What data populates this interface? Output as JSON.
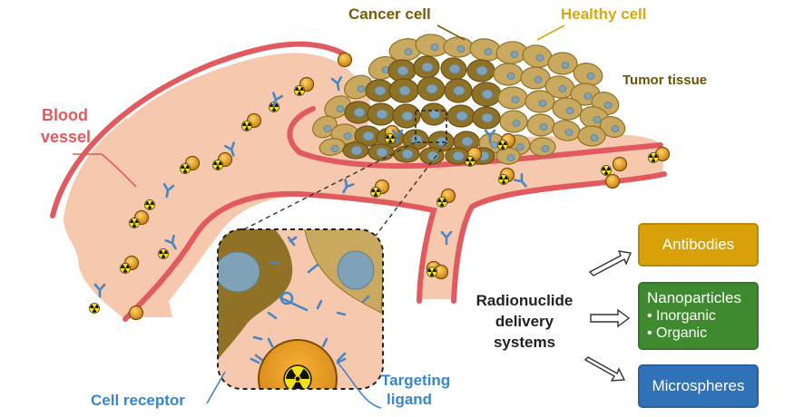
{
  "labels": {
    "cancer_cell": "Cancer cell",
    "healthy_cell": "Healthy cell",
    "tumor_tissue": "Tumor tissue",
    "blood_vessel_line1": "Blood",
    "blood_vessel_line2": "vessel",
    "cell_receptor": "Cell receptor",
    "targeting_ligand_line1": "Targeting",
    "targeting_ligand_line2": "ligand"
  },
  "systems": {
    "title_line1": "Radionuclide",
    "title_line2": "delivery",
    "title_line3": "systems",
    "antibodies": "Antibodies",
    "nanoparticles": "Nanoparticles",
    "nanoparticle_types": [
      "Inorganic",
      "Organic"
    ],
    "microspheres": "Microspheres"
  },
  "colors": {
    "vessel_fill": "#f6c8ae",
    "vessel_wall": "#e05a5f",
    "cancer_cell": "#8f7226",
    "healthy_cell": "#c9a860",
    "nucleus": "#7fa2b6",
    "antibodies_box": "#d8a107",
    "nanoparticles_box": "#3f8a2e",
    "microspheres_box": "#2f72b8",
    "ligand": "#4a86c3",
    "particle": "#e59a18"
  },
  "icons": [
    "radiation-icon",
    "antibody-icon",
    "arrow-icon"
  ]
}
